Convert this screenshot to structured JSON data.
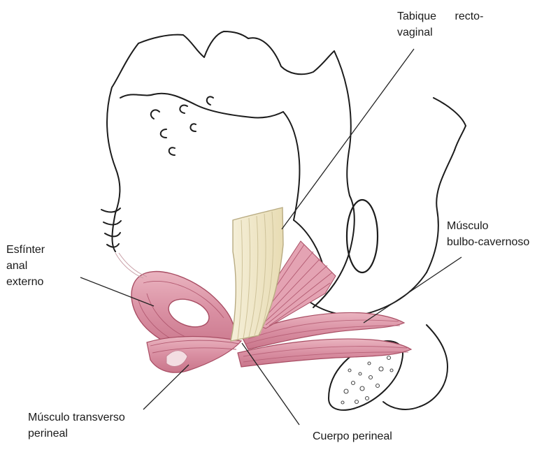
{
  "labels": {
    "tabique": [
      "Tabique recto-",
      "vaginal"
    ],
    "bulbo": [
      "Músculo",
      "bulbo-cavernoso"
    ],
    "esfinter": [
      "Esfínter",
      "anal",
      "externo"
    ],
    "transverso": [
      "Músculo transverso",
      "perineal"
    ],
    "cuerpo": [
      "Cuerpo perineal"
    ]
  },
  "colors": {
    "muscle": "#dc9aaa",
    "muscle_dark": "#b4576e",
    "septum": "#f2ead0",
    "septum_stroke": "#b8ab82",
    "bone_line": "#1c1c1c",
    "leader": "#222222"
  }
}
